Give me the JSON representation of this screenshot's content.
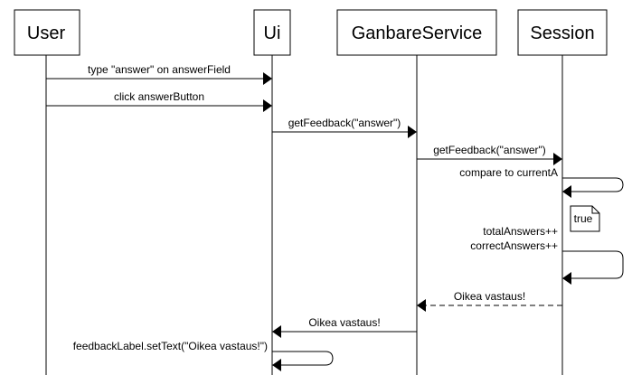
{
  "participants": [
    {
      "id": "user",
      "label": "User"
    },
    {
      "id": "ui",
      "label": "Ui"
    },
    {
      "id": "service",
      "label": "GanbareService"
    },
    {
      "id": "session",
      "label": "Session"
    }
  ],
  "messages": [
    {
      "from": "user",
      "to": "ui",
      "kind": "sync",
      "lines": [
        "type \"answer\" on answerField"
      ]
    },
    {
      "from": "user",
      "to": "ui",
      "kind": "sync",
      "lines": [
        "click answerButton"
      ]
    },
    {
      "from": "ui",
      "to": "service",
      "kind": "sync",
      "lines": [
        "getFeedback(\"answer\")"
      ]
    },
    {
      "from": "service",
      "to": "session",
      "kind": "sync",
      "lines": [
        "getFeedback(\"answer\")"
      ]
    },
    {
      "from": "session",
      "to": "session",
      "kind": "self",
      "lines": [
        "compare to currentA"
      ]
    },
    {
      "from": "session",
      "to": "session",
      "kind": "note",
      "lines": [
        "true"
      ]
    },
    {
      "from": "session",
      "to": "session",
      "kind": "self",
      "lines": [
        "totalAnswers++",
        "correctAnswers++"
      ]
    },
    {
      "from": "session",
      "to": "service",
      "kind": "return",
      "lines": [
        "Oikea vastaus!"
      ]
    },
    {
      "from": "service",
      "to": "ui",
      "kind": "sync",
      "lines": [
        "Oikea vastaus!"
      ]
    },
    {
      "from": "ui",
      "to": "ui",
      "kind": "self",
      "lines": [
        "feedbackLabel.setText(\"Oikea vastaus!\")"
      ]
    }
  ]
}
